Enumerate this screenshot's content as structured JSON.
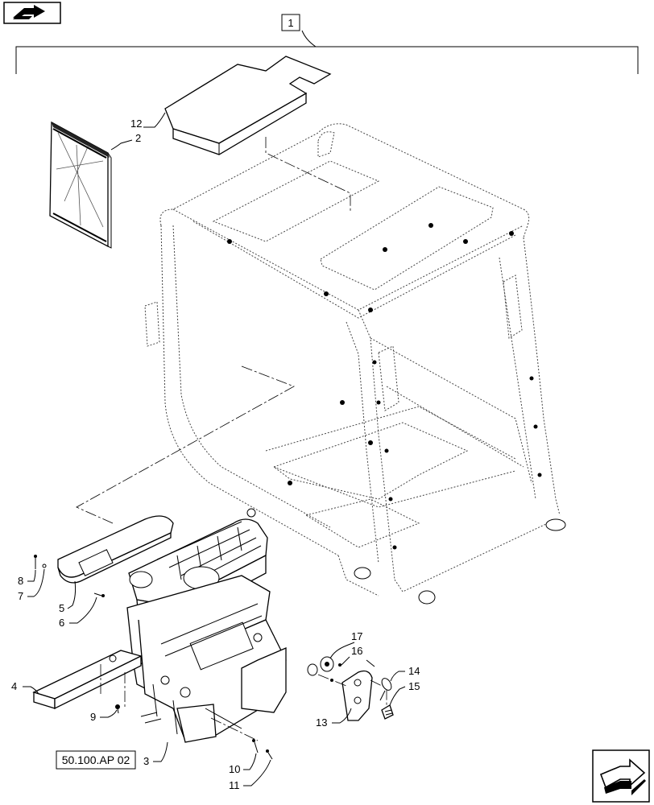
{
  "callouts": {
    "c1": "1",
    "c2": "2",
    "c3": "3",
    "c4": "4",
    "c5": "5",
    "c6": "6",
    "c7": "7",
    "c8": "8",
    "c9": "9",
    "c10": "10",
    "c11": "11",
    "c12": "12",
    "c13": "13",
    "c14": "14",
    "c15": "15",
    "c16": "16",
    "c17": "17"
  },
  "reference_box": "50.100.AP 02",
  "icons": {
    "top_left": "book-arrow-icon",
    "bottom_right": "next-page-arrow-icon"
  },
  "colors": {
    "line": "#000000",
    "background": "#ffffff"
  }
}
